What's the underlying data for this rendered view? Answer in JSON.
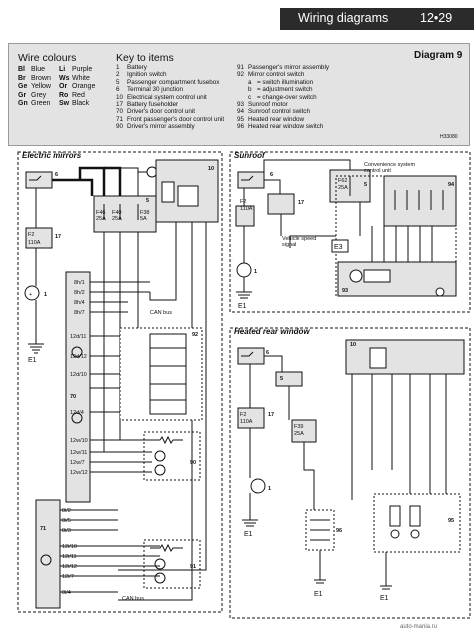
{
  "header": {
    "title": "Wiring diagrams",
    "page": "12•29"
  },
  "key": {
    "wire_colours_title": "Wire colours",
    "key_title": "Key to items",
    "diagram_label": "Diagram 9",
    "reference": "H33080",
    "colours": [
      [
        "Bl",
        "Blue",
        "Li",
        "Purple"
      ],
      [
        "Br",
        "Brown",
        "Ws",
        "White"
      ],
      [
        "Ge",
        "Yellow",
        "Or",
        "Orange"
      ],
      [
        "Gr",
        "Grey",
        "Ro",
        "Red"
      ],
      [
        "Gn",
        "Green",
        "Sw",
        "Black"
      ]
    ],
    "items_left": [
      [
        "1",
        "Battery"
      ],
      [
        "2",
        "Ignition switch"
      ],
      [
        "5",
        "Passenger compartment fusebox"
      ],
      [
        "6",
        "Terminal 30 junction"
      ],
      [
        "10",
        "Electrical system control unit"
      ],
      [
        "17",
        "Battery fuseholder"
      ],
      [
        "70",
        "Driver's door control unit"
      ],
      [
        "71",
        "Front passenger's door control unit"
      ],
      [
        "90",
        "Driver's mirror assembly"
      ]
    ],
    "items_right": [
      [
        "91",
        "Passenger's mirror assembly"
      ],
      [
        "92",
        "Mirror control switch"
      ]
    ],
    "items_right_sub": [
      [
        "a",
        "= switch illumination"
      ],
      [
        "b",
        "= adjustment switch"
      ],
      [
        "c",
        "= change-over switch"
      ]
    ],
    "items_right_tail": [
      [
        "93",
        "Sunroof motor"
      ],
      [
        "94",
        "Sunroof control switch"
      ],
      [
        "95",
        "Heated rear window"
      ],
      [
        "96",
        "Heated rear window switch"
      ]
    ]
  },
  "sections": {
    "mirrors": "Electric mirrors",
    "sunroof": "Sunroof",
    "hrw": "Heated rear window"
  },
  "labels": {
    "fuse_f2": "F2",
    "fuse_f2_rating": "110A",
    "fuse_f46": "F46",
    "fuse_f46_rating": "25A",
    "fuse_f40": "F40",
    "fuse_f40_rating": "25A",
    "fuse_f38": "F38",
    "fuse_f38_rating": "5A",
    "fuse_f62": "F62",
    "fuse_f62_rating": "25A",
    "fuse_f39": "F39",
    "fuse_f39_rating": "25A",
    "earth_e1": "E1",
    "earth_e3": "E3",
    "can_bus": "CAN bus",
    "can_bus2": "CAN bus",
    "convenience": "Convenience system\ncontrol unit",
    "vehicle_speed": "Vehicle speed\nsignal",
    "n1": "1",
    "n5": "5",
    "n6": "6",
    "n10": "10",
    "n17": "17",
    "n70": "70",
    "n71": "71",
    "n90": "90",
    "n91": "91",
    "n92": "92",
    "n93": "93",
    "n94": "94",
    "n95": "95",
    "n96": "96",
    "plus": "+",
    "minus": "−",
    "watermark": "auto-mania.ru"
  },
  "wire_labels": {
    "w_8h1": "8h/1",
    "w_8h2": "8h/2",
    "w_8h4": "8h/4",
    "w_8h7": "8h/7",
    "w_12d11": "12d/11",
    "w_12d12": "12d/12",
    "w_12d10": "12d/10",
    "w_12d4": "12d/4",
    "w_12w10": "12w/10",
    "w_12w11": "12w/11",
    "w_12w7": "12w/7",
    "w_12w12": "12w/12",
    "w_8i2": "8i/2",
    "w_8i5": "8i/5",
    "w_8i3": "8i/3",
    "w_8i4": "8i/4",
    "w_12i10": "12i/10",
    "w_12i11": "12i/11",
    "w_12i12": "12i/12",
    "w_12i7": "12i/7"
  }
}
